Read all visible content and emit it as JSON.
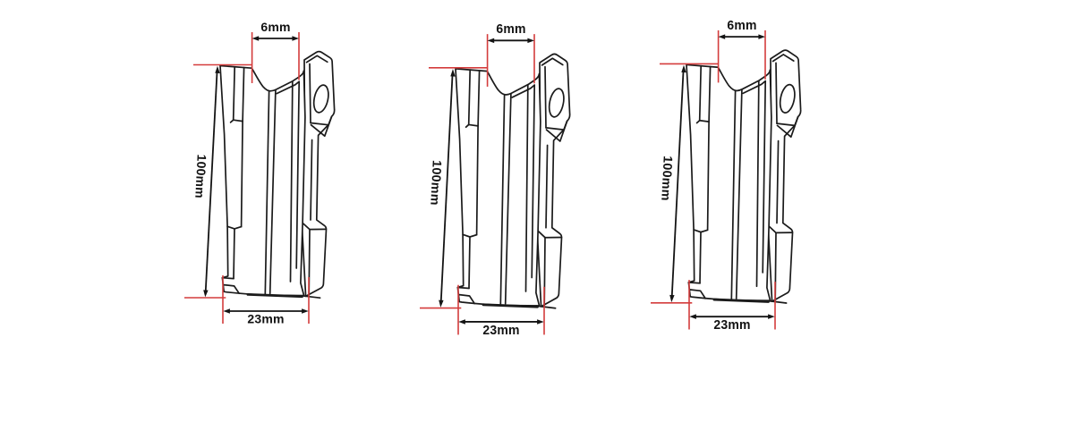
{
  "canvas": {
    "background": "#ffffff"
  },
  "colors": {
    "line_art": "#1b1b1b",
    "dimension_lines": "#141414",
    "extension_lines": "#d43c3c",
    "label_text": "#121212"
  },
  "figures": [
    {
      "labels": {
        "top_width": "6mm",
        "height": "100mm",
        "bottom_width": "23mm"
      }
    },
    {
      "labels": {
        "top_width": "6mm",
        "height": "100mm",
        "bottom_width": "23mm"
      }
    },
    {
      "labels": {
        "top_width": "6mm",
        "height": "100mm",
        "bottom_width": "23mm"
      }
    }
  ]
}
